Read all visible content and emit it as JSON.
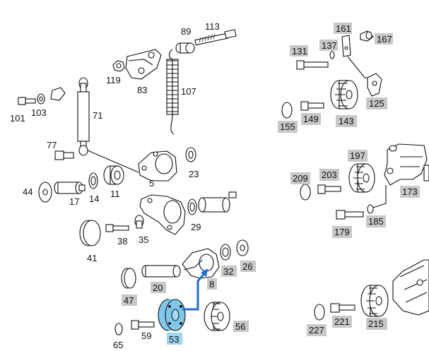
{
  "diagram": {
    "colors": {
      "label_background": "#c8c8c8",
      "highlight_fill": "#7ec8ec",
      "highlight_label_background": "#9fd4ef",
      "arrow": "#1a6fd6",
      "ink": "#111111"
    },
    "labels": {
      "p113": "113",
      "p89": "89",
      "p119": "119",
      "p83": "83",
      "p107": "107",
      "p101": "101",
      "p103": "103",
      "p71": "71",
      "p77": "77",
      "p5": "5",
      "p23": "23",
      "p44": "44",
      "p17": "17",
      "p14": "14",
      "p11": "11",
      "p38": "38",
      "p35": "35",
      "p29": "29",
      "p41": "41",
      "p32": "32",
      "p26": "26",
      "p8": "8",
      "p20": "20",
      "p47": "47",
      "p53": "53",
      "p56": "56",
      "p65": "65",
      "p59": "59",
      "p161": "161",
      "p167": "167",
      "p131": "131",
      "p137": "137",
      "p125": "125",
      "p155": "155",
      "p149": "149",
      "p143": "143",
      "p197": "197",
      "p209": "209",
      "p203": "203",
      "p173": "173",
      "p185": "185",
      "p179": "179",
      "p227": "227",
      "p221": "221",
      "p215": "215"
    }
  }
}
